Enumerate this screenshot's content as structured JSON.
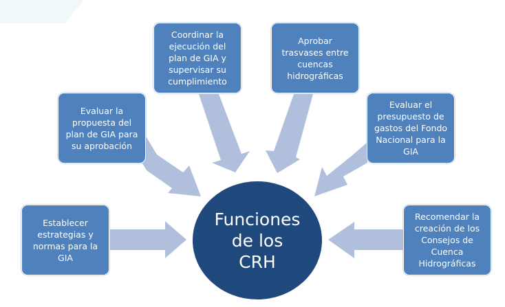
{
  "diagram": {
    "center": {
      "label": "Funciones\nde los\nCRH"
    },
    "functions": [
      {
        "id": "establecer",
        "label": "Establecer\nestrategias y\nnormas para la\nGIA"
      },
      {
        "id": "evaluar-propuesta",
        "label": "Evaluar la\npropuesta del\nplan de GIA para\nsu aprobación"
      },
      {
        "id": "coordinar",
        "label": "Coordinar la\nejecución del\nplan de GIA y\nsupervisar su\ncumplimiento"
      },
      {
        "id": "aprobar",
        "label": "Aprobar\ntrasvases entre\ncuencas\nhidrográficas"
      },
      {
        "id": "evaluar-presupuesto",
        "label": "Evaluar el\npresupuesto de\ngastos del Fondo\nNacional para la\nGIA"
      },
      {
        "id": "recomendar",
        "label": "Recomendar la\ncreación de los\nConsejos de\nCuenca\nHidrográficas"
      }
    ],
    "colors": {
      "box_fill": "#4f81bd",
      "center_fill": "#1f497d",
      "arrow_fill": "#b0c0dc",
      "background_accent": "#f1f8fa"
    }
  }
}
